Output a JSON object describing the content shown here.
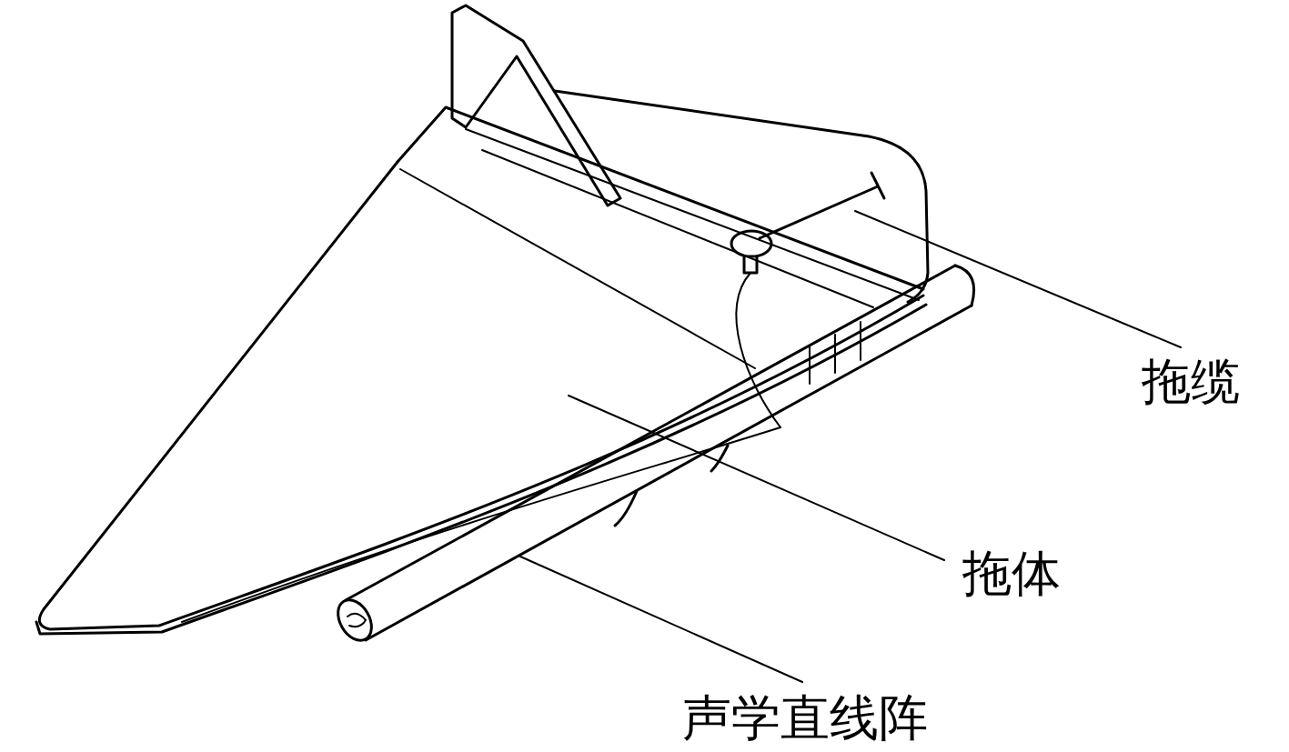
{
  "diagram": {
    "labels": [
      "拖缆",
      "拖体",
      "声学直线阵"
    ]
  }
}
